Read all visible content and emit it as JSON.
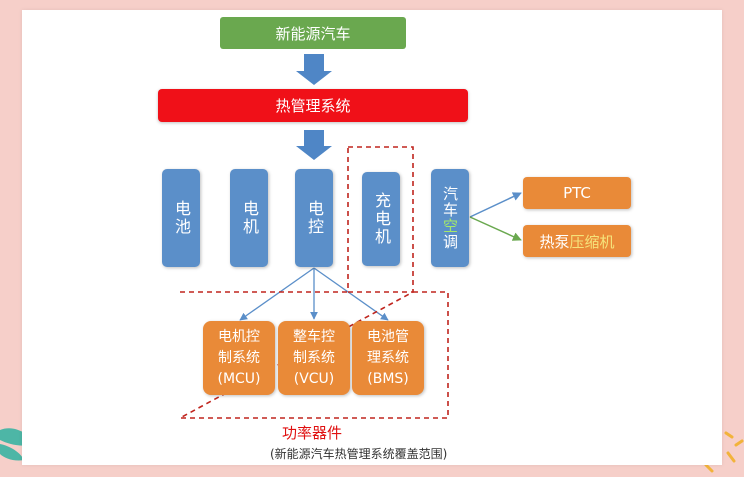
{
  "diagram": {
    "top": "新能源汽车",
    "thermal": "热管理系统",
    "columns": {
      "battery": "电池",
      "motor": "电机",
      "control": "电控",
      "charger": "充电机",
      "ac_line1": "汽车",
      "ac_line2_a": "空",
      "ac_line3": "调"
    },
    "right": {
      "ptc": "PTC",
      "heat_pump_a": "热泵",
      "heat_pump_b": "压缩机"
    },
    "sub": {
      "mcu_l1": "电机控",
      "mcu_l2": "制系统",
      "mcu_l3": "(MCU)",
      "vcu_l1": "整车控",
      "vcu_l2": "制系统",
      "vcu_l3": "(VCU)",
      "bms_l1": "电池管",
      "bms_l2": "理系统",
      "bms_l3": "(BMS)"
    },
    "power_label": "功率器件",
    "caption": "(新能源汽车热管理系统覆盖范围)"
  },
  "colors": {
    "green": "#6aa84f",
    "red": "#f01018",
    "blue": "#5b8fc9",
    "orange": "#e98a38",
    "dashed_red": "#c0251e",
    "background": "#f6cfc9"
  }
}
